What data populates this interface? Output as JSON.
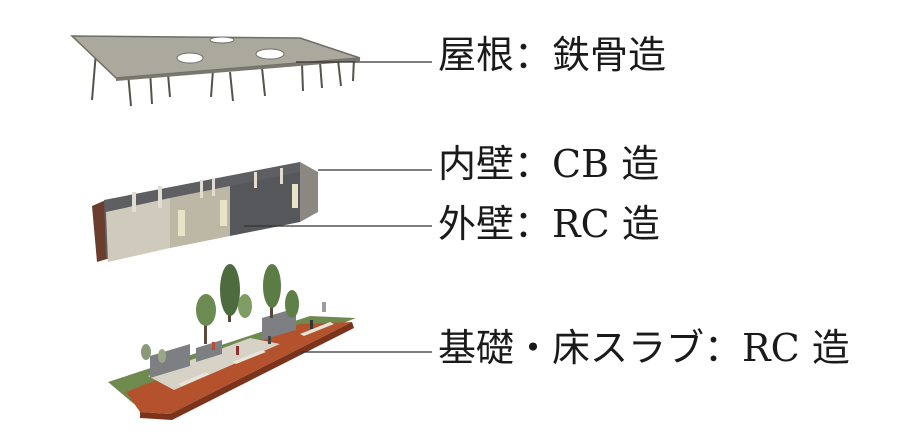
{
  "labels": {
    "roof": "屋根：鉄骨造",
    "inner_wall": "内壁：CB 造",
    "outer_wall": "外壁：RC 造",
    "foundation": "基礎・床スラブ：RC 造"
  },
  "colors": {
    "roof_top": "#a9a69a",
    "roof_edge": "#6f6d66",
    "wall_gray": "#5d5f63",
    "wall_light": "#cfcabb",
    "wall_brown": "#6a3d2c",
    "deck_wood": "#b5522e",
    "grass": "#6f8a4f",
    "tree": "#4d6b3c",
    "leader_line": "#333333"
  }
}
